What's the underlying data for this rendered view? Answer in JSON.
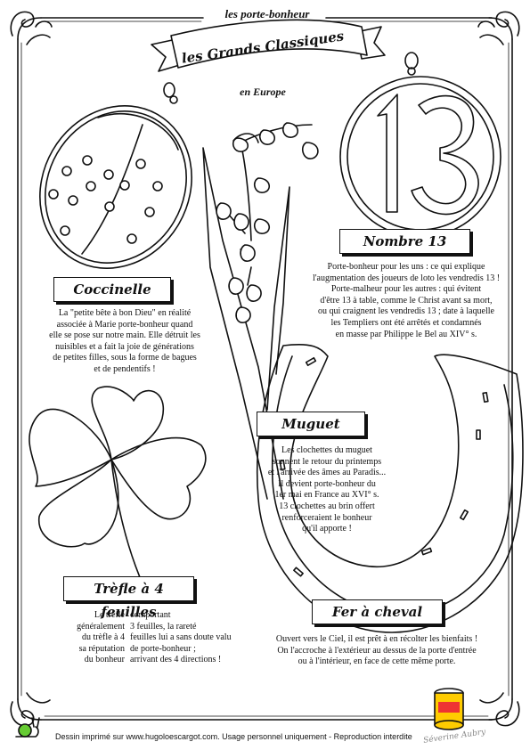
{
  "header": {
    "top": "les porte-bonheur",
    "ribbon": "les Grands Classiques",
    "bottom": "en Europe"
  },
  "sections": {
    "coccinelle": {
      "label": "Coccinelle",
      "lines": [
        "La \"petite bête à bon Dieu\" en réalité",
        "associée à Marie porte-bonheur quand",
        "elle se pose sur notre main. Elle détruit les",
        "nuisibles et a fait la joie de générations",
        "de petites filles, sous la forme de bagues",
        "et de pendentifs !"
      ]
    },
    "nombre13": {
      "label": "Nombre 13",
      "medal_number": "13",
      "lines": [
        "Porte-bonheur pour les uns : ce qui explique",
        "l'augmentation des joueurs de loto les vendredis 13 !",
        "Porte-malheur pour les autres : qui évitent",
        "d'être 13 à table, comme le Christ avant sa mort,",
        "ou qui craignent les vendredis 13 ; date à laquelle",
        "les Templiers ont été arrêtés et condamnés",
        "en masse par Philippe le Bel au XIV° s."
      ]
    },
    "muguet": {
      "label": "Muguet",
      "lines": [
        "Les clochettes du muguet",
        "sonnent le retour du printemps",
        "et l'arrivée des âmes au Paradis...",
        "Il devient porte-bonheur du",
        "1er mai en France au XVI° s.",
        "13 clochettes au brin offert",
        "renforceraient le bonheur",
        "qu'il apporte !"
      ]
    },
    "trefle": {
      "label": "Trèfle à 4 feuilles",
      "left_lines": [
        "Le trèfle",
        "généralement",
        "du trèfle à 4",
        "sa réputation",
        "du bonheur"
      ],
      "right_lines": [
        "comportant",
        "3 feuilles, la rareté",
        "feuilles lui a sans doute valu",
        "de porte-bonheur ;",
        "arrivant des 4 directions !"
      ]
    },
    "fer": {
      "label": "Fer à cheval",
      "lines": [
        "Ouvert vers le Ciel, il est prêt à en récolter les bienfaits !",
        "On l'accroche à l'extérieur au dessus de la porte d'entrée",
        "ou à l'intérieur, en face de cette même porte."
      ]
    }
  },
  "footer": {
    "text": "Dessin imprimé sur www.hugoloescargot.com. Usage personnel uniquement - Reproduction interdite",
    "signature": "Séverine Aubry"
  }
}
